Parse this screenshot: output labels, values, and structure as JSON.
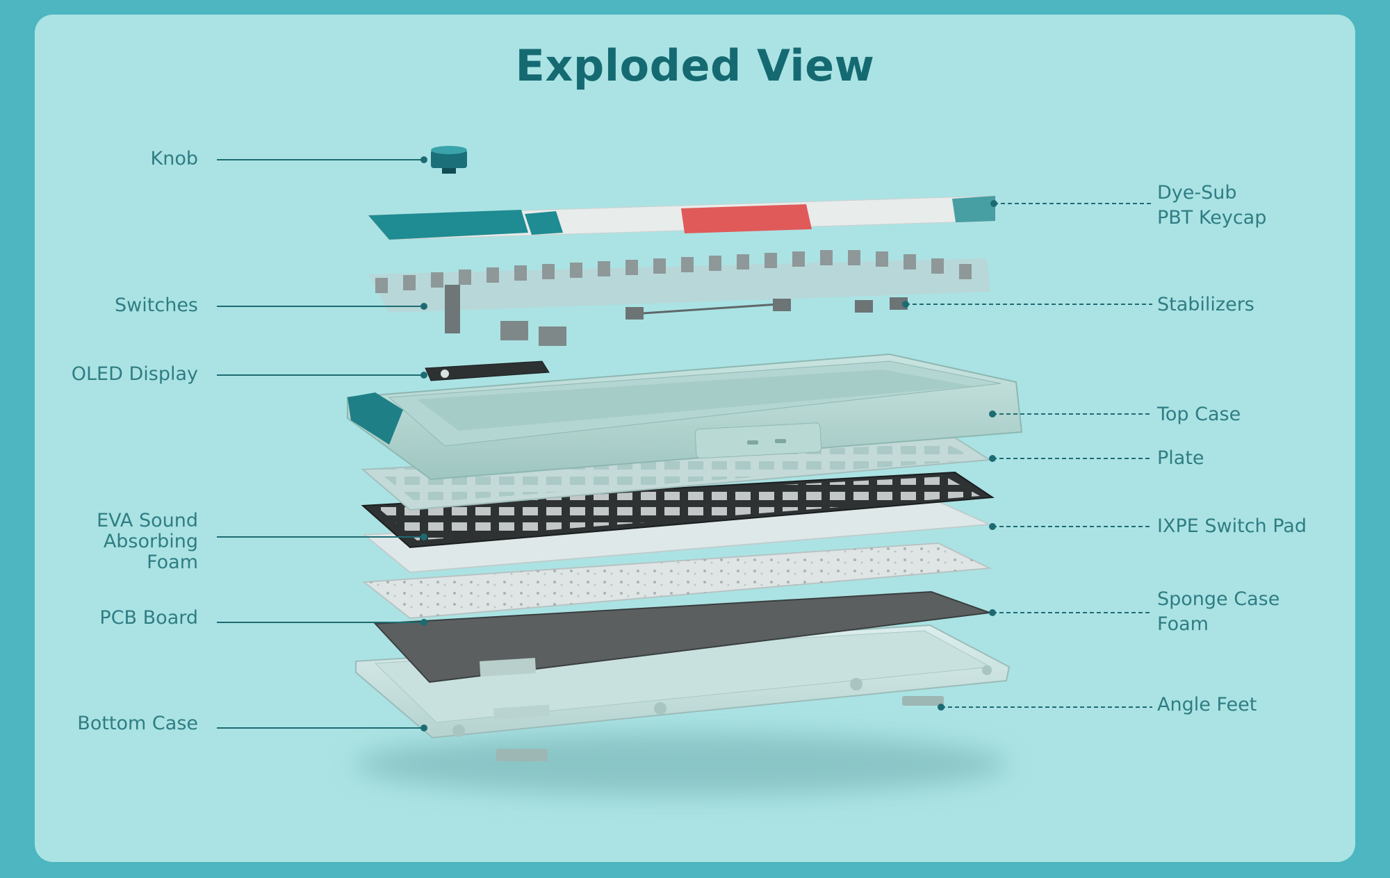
{
  "title": "Exploded View",
  "colors": {
    "frame": "#4db6c0",
    "card": "#abe3e4",
    "title": "#156a72",
    "label": "#2f7d83",
    "line": "#1d6b72",
    "accent_red": "#e05a5a",
    "accent_teal": "#1e8c92"
  },
  "left_labels": [
    {
      "id": "knob",
      "text": "Knob"
    },
    {
      "id": "switches",
      "text": "Switches"
    },
    {
      "id": "oled",
      "text": "OLED Display"
    },
    {
      "id": "eva",
      "text": "EVA Sound\nAbsorbing\nFoam"
    },
    {
      "id": "pcb",
      "text": "PCB Board"
    },
    {
      "id": "bottom",
      "text": "Bottom Case"
    }
  ],
  "right_labels": [
    {
      "id": "keycap",
      "text": "Dye-Sub\nPBT Keycap"
    },
    {
      "id": "stabilizers",
      "text": "Stabilizers"
    },
    {
      "id": "topcase",
      "text": "Top Case"
    },
    {
      "id": "plate",
      "text": "Plate"
    },
    {
      "id": "ixpe",
      "text": "IXPE Switch Pad"
    },
    {
      "id": "sponge",
      "text": "Sponge Case\nFoam"
    },
    {
      "id": "feet",
      "text": "Angle Feet"
    }
  ]
}
